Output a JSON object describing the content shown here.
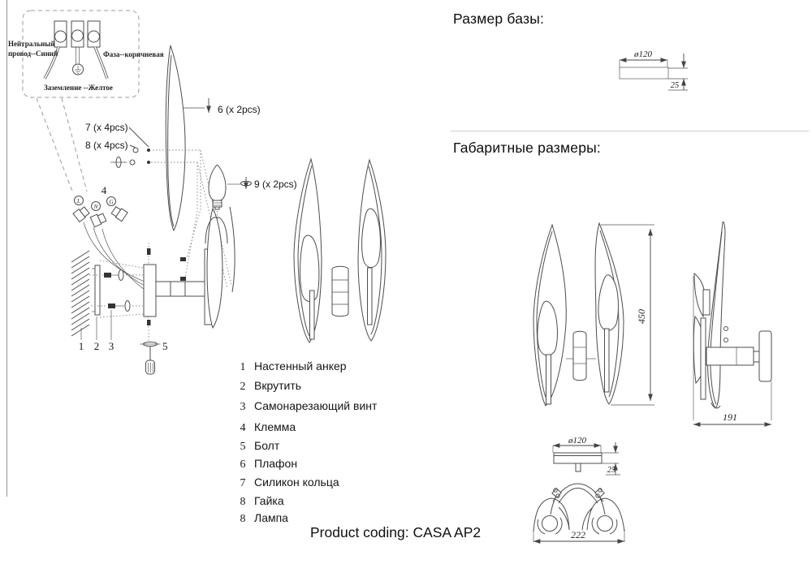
{
  "titles": {
    "base_size": "Размер базы:",
    "overall_size": "Габаритные размеры:"
  },
  "product_coding": "Product coding: CASA AP2",
  "wiring_diagram": {
    "neutral_line1": "Нейтральный",
    "neutral_line2": "провод--Синий",
    "phase": "Фаза--коричневая",
    "ground": "Заземление --Желтое",
    "terminals": {
      "live": "L",
      "neutral": "N",
      "ground": "G"
    }
  },
  "callouts": {
    "part1": "1",
    "part2": "2",
    "part3": "3",
    "part4": "4",
    "part5": "5",
    "part6": "6 (x 2pcs)",
    "part7": "7 (x 4pcs)",
    "part8": "8 (x 4pcs)",
    "part9": "9 (x 2pcs)"
  },
  "parts_list": [
    {
      "num": "1",
      "name": "Настенный анкер"
    },
    {
      "num": "2",
      "name": "Вкрутить"
    },
    {
      "num": "3",
      "name": "Самонарезающий винт"
    },
    {
      "num": "4",
      "name": "Клемма"
    },
    {
      "num": "5",
      "name": "Болт"
    },
    {
      "num": "6",
      "name": "Плафон"
    },
    {
      "num": "7",
      "name": "Силикон кольца"
    },
    {
      "num": "8",
      "name": "Гайка"
    },
    {
      "num": "8",
      "name": "Лампа"
    }
  ],
  "dimensions": {
    "base": {
      "diameter": "ø120",
      "thickness": "25"
    },
    "front": {
      "height": "450"
    },
    "side": {
      "depth": "191"
    },
    "bottom": {
      "diameter": "ø120",
      "thickness": "25",
      "width": "222"
    }
  }
}
